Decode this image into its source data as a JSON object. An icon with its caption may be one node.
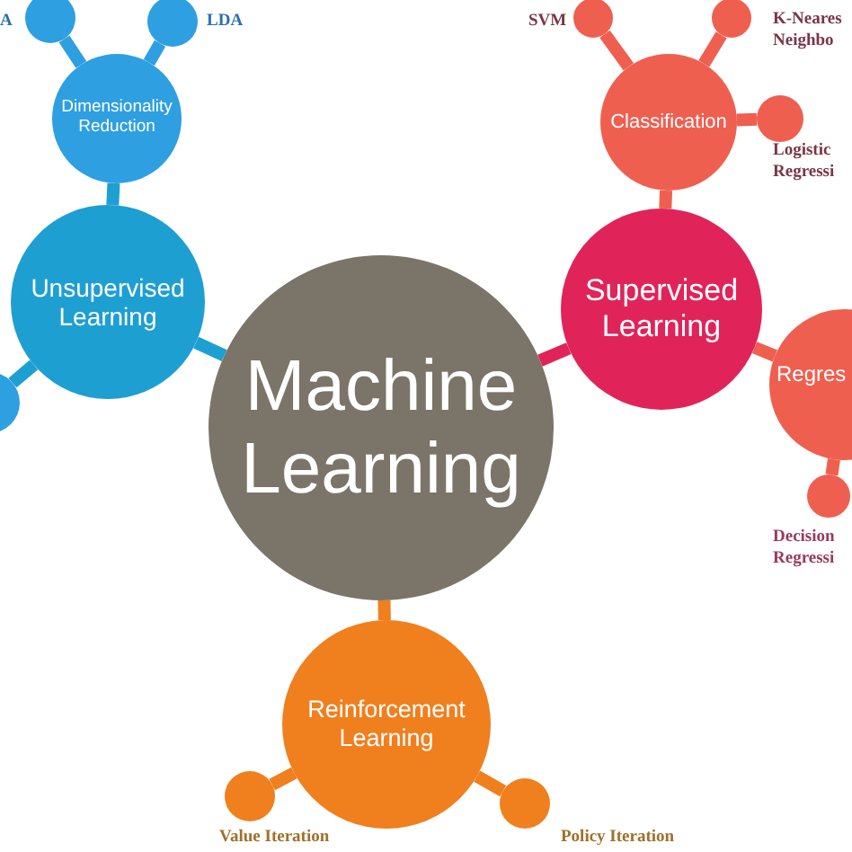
{
  "diagram": {
    "nodes": [
      {
        "text": [],
        "shape": "circle",
        "beside": [
          "A"
        ]
      },
      {
        "text": [],
        "shape": "circle",
        "beside": [
          "LDA"
        ]
      },
      {
        "text": [
          "Dimensionality Reduction"
        ]
      },
      {
        "text": [
          "Unsupervised Learning"
        ]
      },
      {
        "text": [],
        "shape": "circle"
      },
      {
        "text": [],
        "shape": "circle",
        "beside": [
          "SVM"
        ]
      },
      {
        "text": [],
        "shape": "circle",
        "beside": [
          "K-Neares Neighbo"
        ]
      },
      {
        "text": [
          "Classification"
        ]
      },
      {
        "text": [],
        "shape": "circle",
        "beside": [
          "Logistic Regressi"
        ]
      },
      {
        "text": [
          "Supervised Learning"
        ]
      },
      {
        "text": [
          "Machine Learning"
        ]
      },
      {
        "text": [
          "Regres"
        ]
      },
      {
        "text": [],
        "shape": "circle",
        "beside": [
          "Decision Regressi"
        ]
      },
      {
        "text": [
          "Reinforcement Learning"
        ]
      },
      {
        "text": [],
        "shape": "circle",
        "beside": [
          "Value Iteration"
        ]
      },
      {
        "text": [],
        "shape": "circle",
        "beside": [
          "Policy Iteration"
        ]
      }
    ],
    "edges": [
      {
        "from": 0,
        "to": 2,
        "arrow": "none",
        "color": "#2e9fe0"
      },
      {
        "from": 1,
        "to": 2,
        "arrow": "none",
        "color": "#2e9fe0"
      },
      {
        "from": 2,
        "to": 3,
        "arrow": "none",
        "color": "#1e9fd2"
      },
      {
        "from": 3,
        "to": 4,
        "arrow": "none",
        "color": "#1e9fd2"
      },
      {
        "from": 3,
        "to": 10,
        "arrow": "none",
        "color": "#1e9fd2"
      },
      {
        "from": 5,
        "to": 7,
        "arrow": "none",
        "color": "#ef5f50"
      },
      {
        "from": 6,
        "to": 7,
        "arrow": "none",
        "color": "#ef5f50"
      },
      {
        "from": 7,
        "to": 8,
        "arrow": "none",
        "color": "#ef5f50"
      },
      {
        "from": 7,
        "to": 9,
        "arrow": "none",
        "color": "#ef5f50"
      },
      {
        "from": 9,
        "to": 10,
        "arrow": "none",
        "color": "#e0245a"
      },
      {
        "from": 9,
        "to": 11,
        "arrow": "none",
        "color": "#ef5f50"
      },
      {
        "from": 11,
        "to": 12,
        "arrow": "none",
        "color": "#ef5f50"
      },
      {
        "from": 10,
        "to": 13,
        "arrow": "none",
        "color": "#f07f1e"
      },
      {
        "from": 13,
        "to": 14,
        "arrow": "none",
        "color": "#f07f1e"
      },
      {
        "from": 13,
        "to": 15,
        "arrow": "none",
        "color": "#f07f1e"
      }
    ]
  }
}
